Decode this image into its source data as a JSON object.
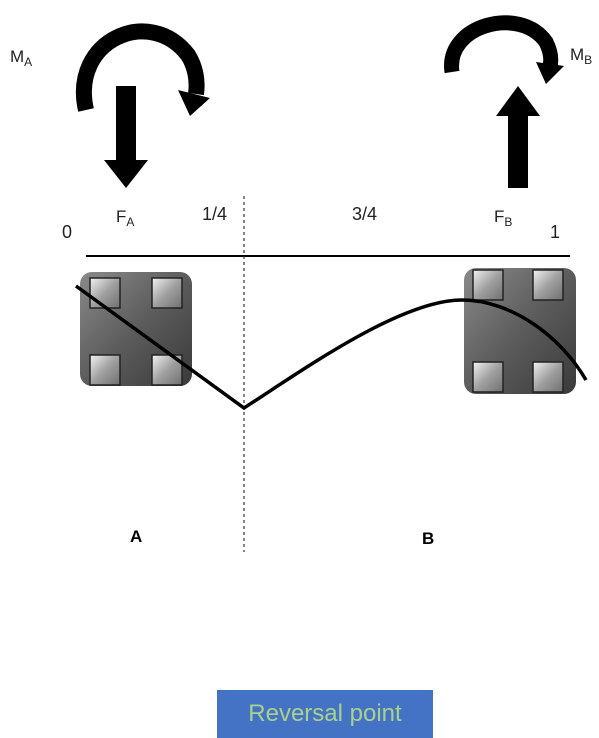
{
  "moments": {
    "a": {
      "letter": "M",
      "sub": "A"
    },
    "b": {
      "letter": "M",
      "sub": "B"
    }
  },
  "forces": {
    "a": {
      "letter": "F",
      "sub": "A"
    },
    "b": {
      "letter": "F",
      "sub": "B"
    }
  },
  "scale": {
    "zero": "0",
    "quarter": "1/4",
    "three_quarter": "3/4",
    "one": "1"
  },
  "regions": {
    "a": "A",
    "b": "B"
  },
  "badge": {
    "text": "Reversal point"
  },
  "colors": {
    "badge_bg": "#4472c4",
    "badge_text": "#a9d18e",
    "block": "#555555",
    "stroke": "#000000"
  }
}
